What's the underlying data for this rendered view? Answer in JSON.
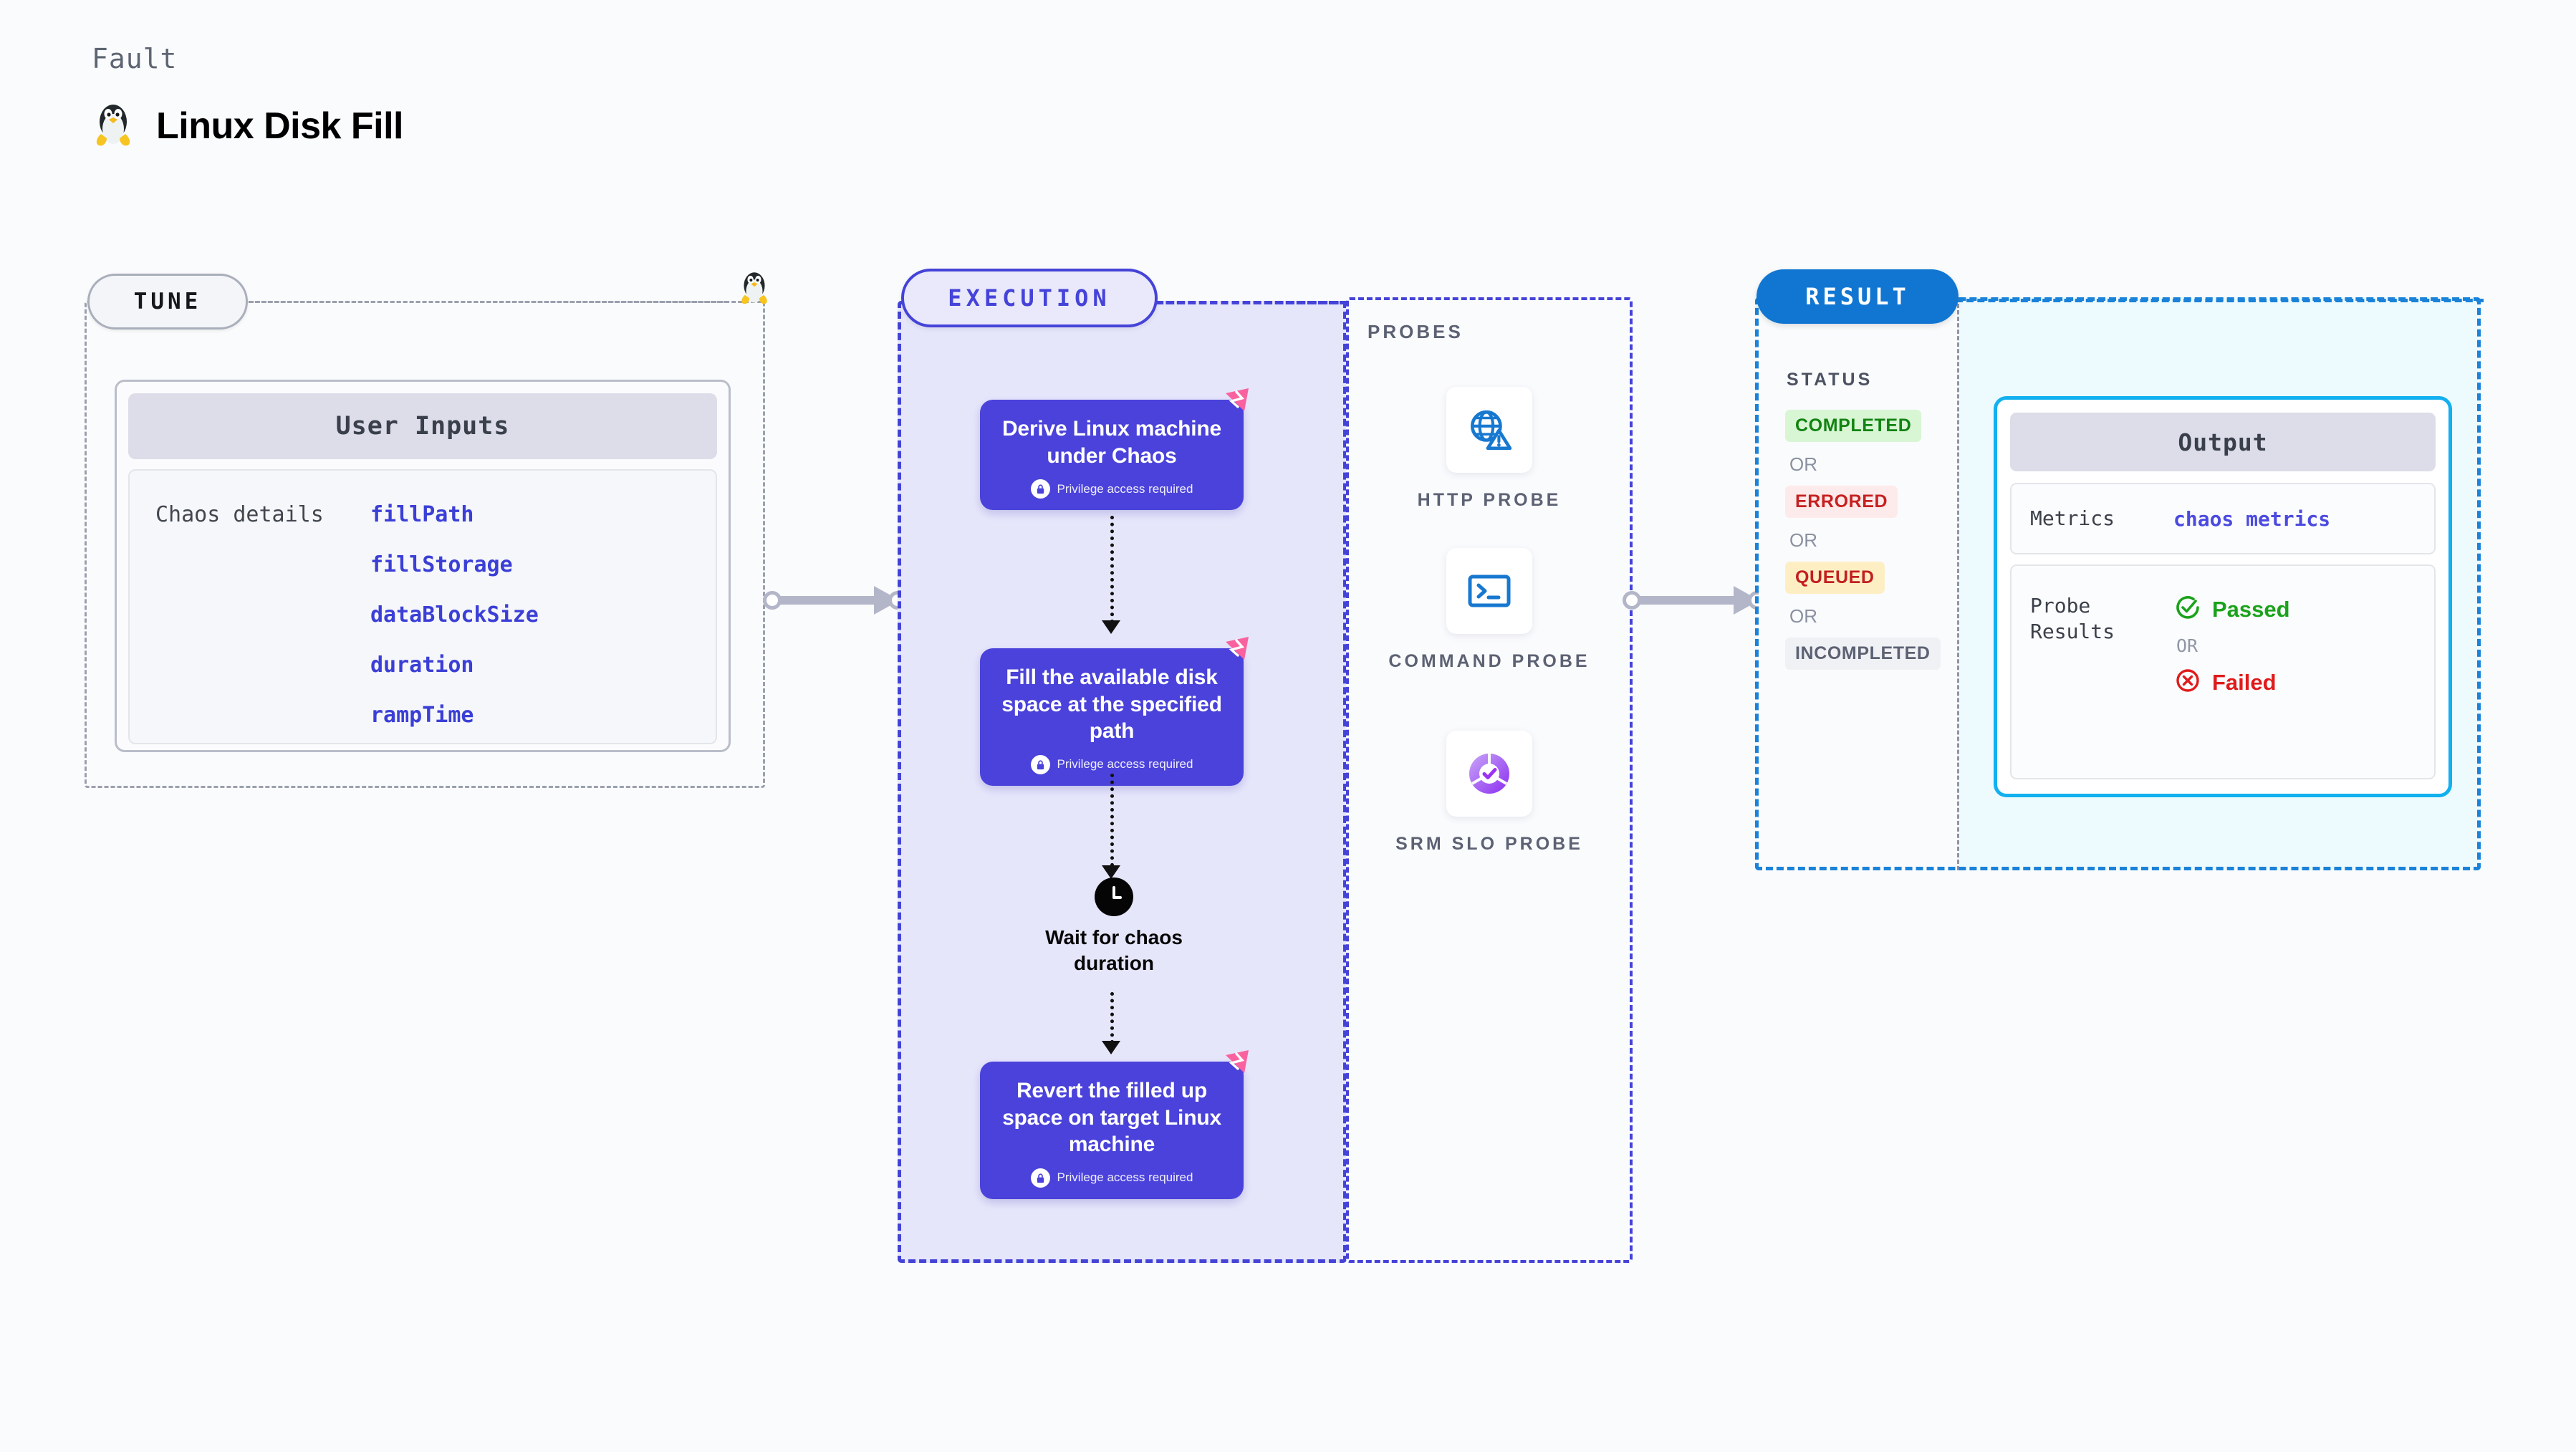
{
  "header": {
    "eyebrow": "Fault",
    "title": "Linux Disk Fill",
    "icon": "linux-tux-icon"
  },
  "tune": {
    "badge": "TUNE",
    "card_title": "User Inputs",
    "details_label": "Chaos details",
    "fields": [
      "fillPath",
      "fillStorage",
      "dataBlockSize",
      "duration",
      "rampTime"
    ]
  },
  "execution": {
    "badge": "EXECUTION",
    "privilege_note": "Privilege access required",
    "steps": [
      {
        "title": "Derive Linux machine under Chaos",
        "privileged": true
      },
      {
        "title": "Fill the available disk space at the specified path",
        "privileged": true
      },
      {
        "title": "Revert the filled up space on target Linux machine",
        "privileged": true
      }
    ],
    "wait_node": {
      "icon": "clock-icon",
      "label": "Wait for chaos duration"
    }
  },
  "probes": {
    "label": "PROBES",
    "items": [
      {
        "label": "HTTP PROBE",
        "icon": "globe-warning-icon"
      },
      {
        "label": "COMMAND PROBE",
        "icon": "terminal-icon"
      },
      {
        "label": "SRM SLO PROBE",
        "icon": "slo-donut-check-icon"
      }
    ]
  },
  "result": {
    "badge": "RESULT",
    "status_label": "STATUS",
    "or_text": "OR",
    "statuses": [
      {
        "label": "COMPLETED",
        "kind": "completed"
      },
      {
        "label": "ERRORED",
        "kind": "errored"
      },
      {
        "label": "QUEUED",
        "kind": "queued"
      },
      {
        "label": "INCOMPLETED",
        "kind": "incompleted"
      }
    ],
    "output": {
      "title": "Output",
      "metrics_key": "Metrics",
      "metrics_value": "chaos metrics",
      "probe_results_key": "Probe Results",
      "passed_label": "Passed",
      "failed_label": "Failed",
      "or_text": "OR"
    }
  },
  "colors": {
    "execution_purple": "#4a42da",
    "execution_panel_fill": "#e6e6fb",
    "result_blue": "#1076d2",
    "output_cyan": "#12b0ef",
    "output_area_fill": "#edfbfe",
    "accent_pink": "#f9629f",
    "field_blue": "#3b3fd6",
    "status_completed": "#128312",
    "status_errored": "#c62020",
    "status_queued": "#c22020",
    "status_incompleted": "#5c6273",
    "passed_green": "#1ba21b",
    "failed_red": "#e01b1b",
    "probe_icon_blue": "#1778d0"
  }
}
